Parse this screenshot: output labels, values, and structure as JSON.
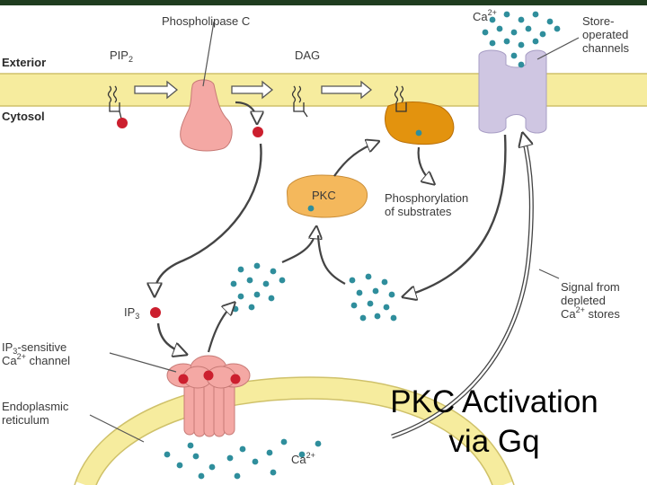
{
  "colors": {
    "top_bar": "#1f3d1f",
    "membrane": "#f6ec9e",
    "membrane_edge": "#cfc16a",
    "enzyme_pink": "#f4a8a4",
    "channel_lavender": "#cfc6e2",
    "pkc_orange": "#f4b85c",
    "pkc_active": "#e3930e",
    "ion_teal": "#2f8e9c",
    "ip3_red": "#cc1f2e",
    "arrow": "#444444"
  },
  "labels": {
    "phospholipase_c": "Phospholipase C",
    "exterior": "Exterior",
    "cytosol": "Cytosol",
    "pip2_main": "PIP",
    "pip2_sub": "2",
    "dag": "DAG",
    "ca_main": "Ca",
    "ca_sup": "2+",
    "store_operated_line1": "Store-",
    "store_operated_line2": "operated",
    "store_operated_line3": "channels",
    "pkc": "PKC",
    "phosphorylation_line1": "Phosphorylation",
    "phosphorylation_line2": "of substrates",
    "signal_line1": "Signal from",
    "signal_line2": "depleted",
    "signal_line3_suffix": " stores",
    "ip3_main": "IP",
    "ip3_sub": "3",
    "ip3_channel_line1": "IP",
    "ip3_channel_line1_suffix": "-sensitive",
    "ip3_channel_line2_suffix": " channel",
    "er_line1": "Endoplasmic",
    "er_line2": "reticulum"
  },
  "slide": {
    "title_line1": "PKC Activation",
    "title_line2": "via Gq"
  }
}
